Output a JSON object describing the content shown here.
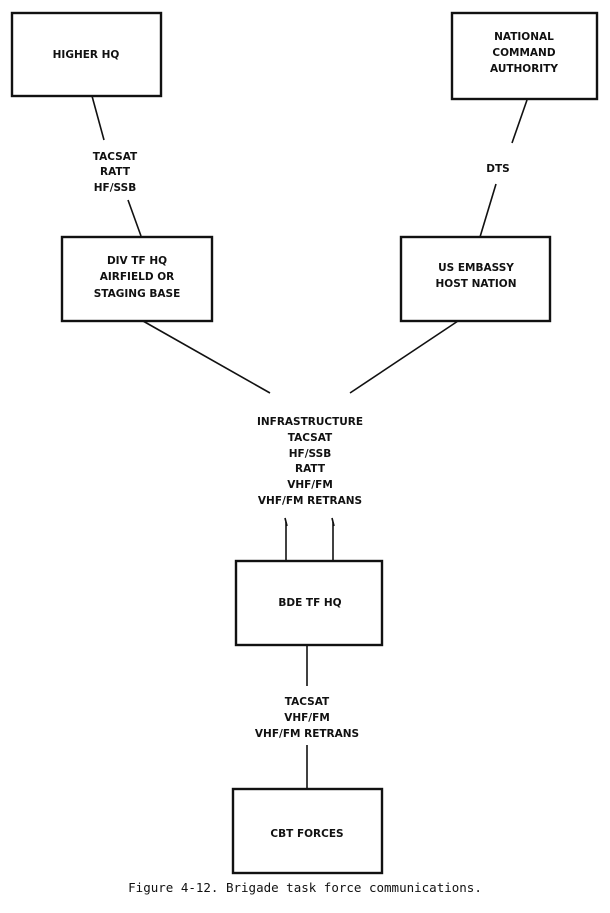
{
  "nodes": {
    "higher_hq": {
      "lines": [
        "HIGHER HQ"
      ]
    },
    "nca": {
      "lines": [
        "NATIONAL",
        "COMMAND",
        "AUTHORITY"
      ]
    },
    "div_tf_hq": {
      "lines": [
        "DIV TF HQ",
        "AIRFIELD OR",
        "STAGING BASE"
      ]
    },
    "us_embassy": {
      "lines": [
        "US EMBASSY",
        "HOST NATION"
      ]
    },
    "bde_tf_hq": {
      "lines": [
        "BDE TF HQ"
      ]
    },
    "cbt_forces": {
      "lines": [
        "CBT FORCES"
      ]
    }
  },
  "links": {
    "higher_to_div": {
      "lines": [
        "TACSAT",
        "RATT",
        "HF/SSB"
      ]
    },
    "nca_to_embassy": {
      "lines": [
        "DTS"
      ]
    },
    "to_bde": {
      "lines": [
        "INFRASTRUCTURE",
        "TACSAT",
        "HF/SSB",
        "RATT",
        "VHF/FM",
        "VHF/FM RETRANS"
      ]
    },
    "bde_to_cbt": {
      "lines": [
        "TACSAT",
        "VHF/FM",
        "VHF/FM RETRANS"
      ]
    }
  },
  "caption": "Figure 4-12. Brigade task force communications."
}
